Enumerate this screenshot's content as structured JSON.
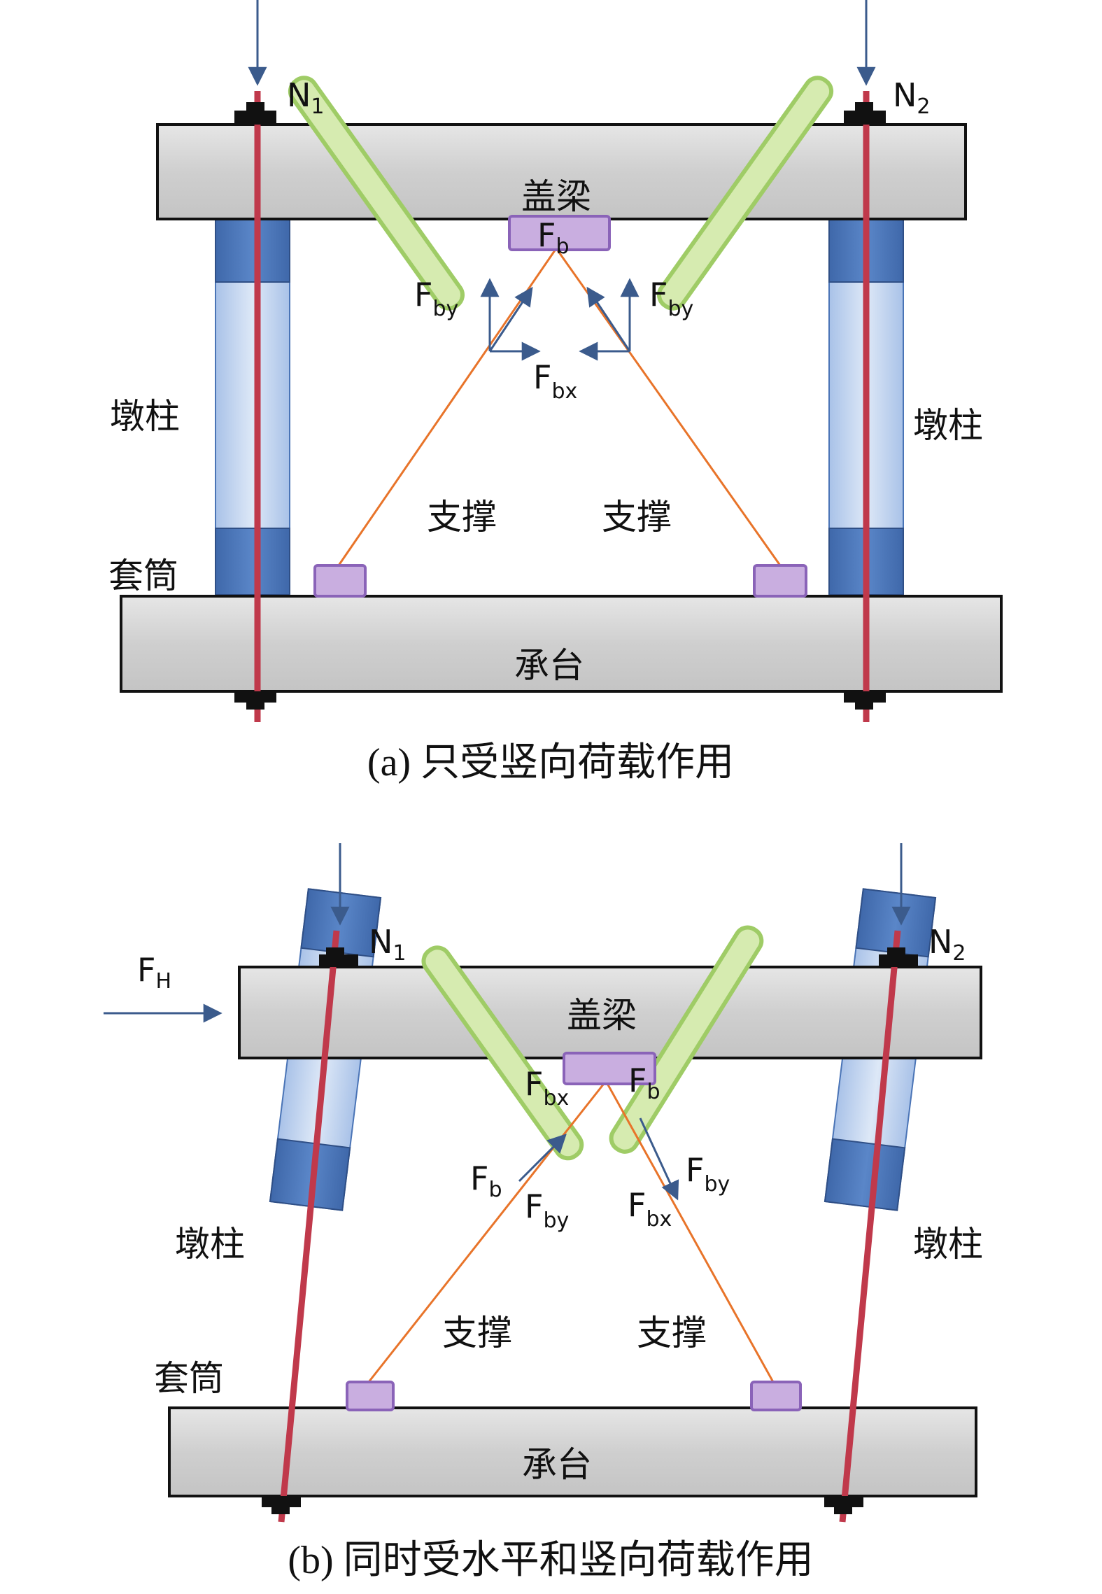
{
  "panel_a": {
    "caption": "(a) 只受竖向荷载作用",
    "cap_beam": "盖梁",
    "pile_cap": "承台",
    "pier_left": "墩柱",
    "pier_right": "墩柱",
    "sleeve": "套筒",
    "brace_left": "支撑",
    "brace_right": "支撑",
    "n1": {
      "main": "N",
      "sub": "1"
    },
    "n2": {
      "main": "N",
      "sub": "2"
    },
    "fb": {
      "main": "F",
      "sub": "b"
    },
    "fby_left": {
      "main": "F",
      "sub": "by"
    },
    "fby_right": {
      "main": "F",
      "sub": "by"
    },
    "fbx": {
      "main": "F",
      "sub": "bx"
    }
  },
  "panel_b": {
    "caption": "(b) 同时受水平和竖向荷载作用",
    "cap_beam": "盖梁",
    "pile_cap": "承台",
    "pier_left": "墩柱",
    "pier_right": "墩柱",
    "sleeve": "套筒",
    "brace_left": "支撑",
    "brace_right": "支撑",
    "n1": {
      "main": "N",
      "sub": "1"
    },
    "n2": {
      "main": "N",
      "sub": "2"
    },
    "fh": {
      "main": "F",
      "sub": "H"
    },
    "fbx_top": {
      "main": "F",
      "sub": "bx"
    },
    "fb_top": {
      "main": "F",
      "sub": "b"
    },
    "fb_left": {
      "main": "F",
      "sub": "b"
    },
    "fby_left": {
      "main": "F",
      "sub": "by"
    },
    "fby_right": {
      "main": "F",
      "sub": "by"
    },
    "fbx_right": {
      "main": "F",
      "sub": "bx"
    }
  },
  "colors": {
    "beam_fill": "#d4d4d4",
    "pier_fill": "#b8cdec",
    "sleeve_fill": "#4a74b6",
    "tendon": "#c0394b",
    "brace_fill": "#d6ebb0",
    "brace_stroke": "#9fcc66",
    "bearing_fill": "#c9aee0",
    "bearing_stroke": "#8a63b8",
    "force_arrow": "#3b5b8c",
    "brace_line": "#e8742a"
  }
}
